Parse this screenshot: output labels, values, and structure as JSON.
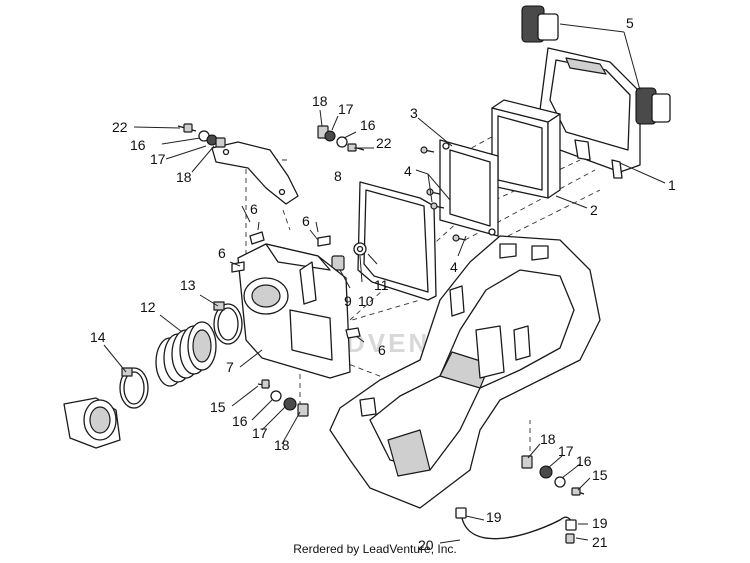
{
  "credit": "Rerdered by LeadVenture, Inc.",
  "watermark": "LEADVENTURE",
  "callouts": [
    "1",
    "2",
    "3",
    "4",
    "5",
    "6",
    "7",
    "9",
    "10",
    "11",
    "12",
    "13",
    "14",
    "15",
    "16",
    "17",
    "18",
    "19",
    "20",
    "21",
    "22",
    "8"
  ]
}
